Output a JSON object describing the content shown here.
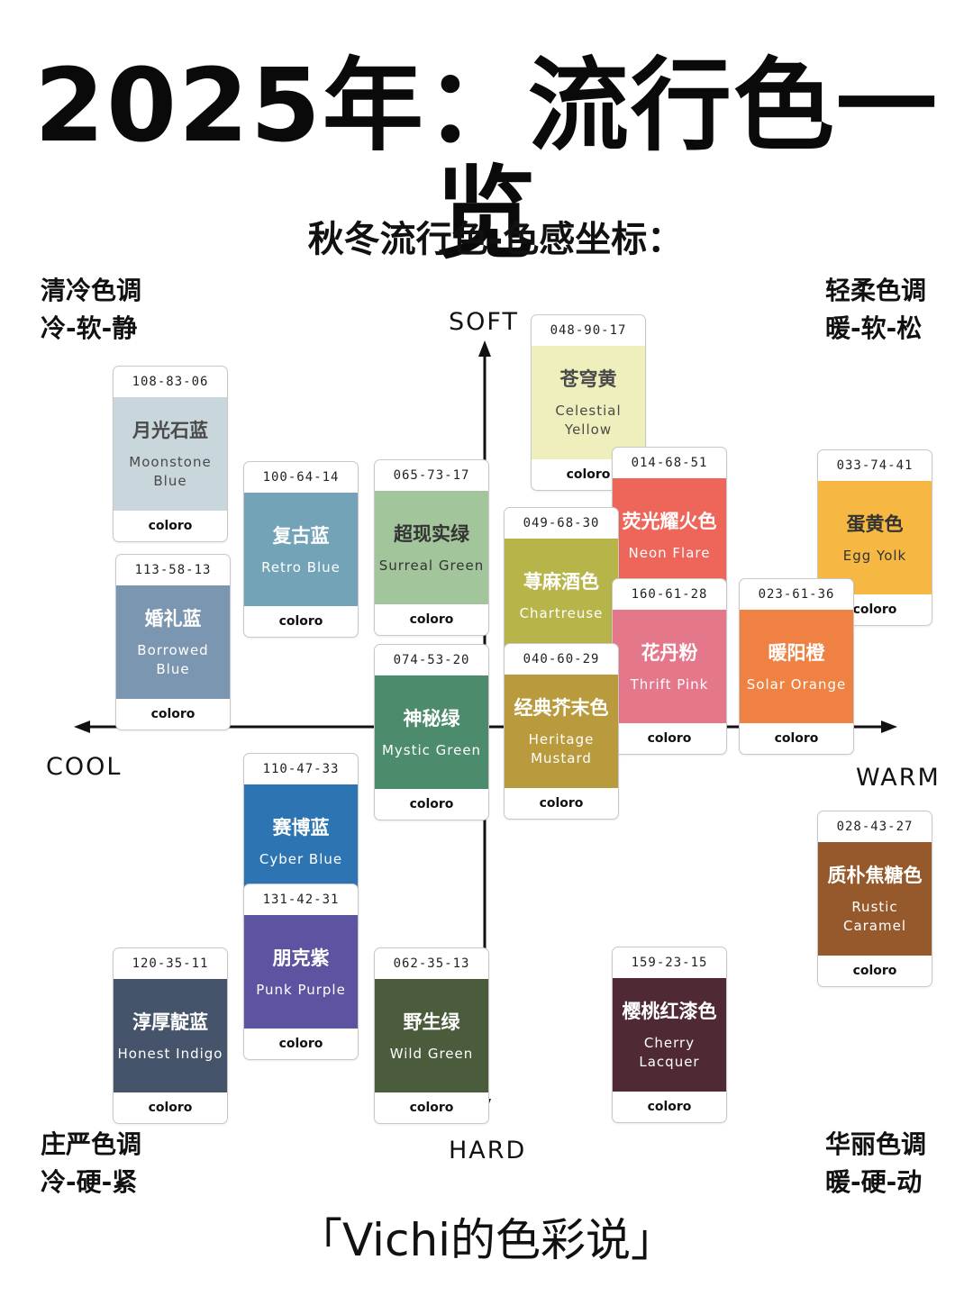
{
  "title": "2025年：流行色一览",
  "subtitle": "秋冬流行色-色感坐标：",
  "quadrants": {
    "top_left": {
      "name": "清冷色调",
      "traits": "冷-软-静"
    },
    "top_right": {
      "name": "轻柔色调",
      "traits": "暖-软-松"
    },
    "bottom_left": {
      "name": "庄严色调",
      "traits": "冷-硬-紧"
    },
    "bottom_right": {
      "name": "华丽色调",
      "traits": "暖-硬-动"
    }
  },
  "axes": {
    "top": "SOFT",
    "bottom": "HARD",
    "left": "COOL",
    "right": "WARM"
  },
  "footer": "「Vichi的色彩说」",
  "card_brand": "coloro",
  "colors": [
    {
      "id": "moonstone-blue",
      "code": "108-83-06",
      "cn": "月光石蓝",
      "en": "Moonstone Blue",
      "hex": "#c9d6dc",
      "text_color": "#4a4a4a"
    },
    {
      "id": "retro-blue",
      "code": "100-64-14",
      "cn": "复古蓝",
      "en": "Retro Blue",
      "hex": "#72a3b6",
      "text_color": "#ffffff"
    },
    {
      "id": "surreal-green",
      "code": "065-73-17",
      "cn": "超现实绿",
      "en": "Surreal Green",
      "hex": "#a3c59b",
      "text_color": "#333333"
    },
    {
      "id": "celestial-yellow",
      "code": "048-90-17",
      "cn": "苍穹黄",
      "en": "Celestial Yellow",
      "hex": "#eeefbd",
      "text_color": "#4a4a4a"
    },
    {
      "id": "neon-flare",
      "code": "014-68-51",
      "cn": "荧光耀火色",
      "en": "Neon Flare",
      "hex": "#ee6559",
      "text_color": "#ffffff"
    },
    {
      "id": "egg-yolk",
      "code": "033-74-41",
      "cn": "蛋黄色",
      "en": "Egg Yolk",
      "hex": "#f7b843",
      "text_color": "#333333"
    },
    {
      "id": "borrowed-blue",
      "code": "113-58-13",
      "cn": "婚礼蓝",
      "en": "Borrowed Blue",
      "hex": "#7b96b0",
      "text_color": "#ffffff"
    },
    {
      "id": "chartreuse",
      "code": "049-68-30",
      "cn": "荨麻酒色",
      "en": "Chartreuse",
      "hex": "#b7b44a",
      "text_color": "#ffffff"
    },
    {
      "id": "thrift-pink",
      "code": "160-61-28",
      "cn": "花丹粉",
      "en": "Thrift Pink",
      "hex": "#e5778b",
      "text_color": "#ffffff"
    },
    {
      "id": "solar-orange",
      "code": "023-61-36",
      "cn": "暖阳橙",
      "en": "Solar Orange",
      "hex": "#ef8243",
      "text_color": "#ffffff"
    },
    {
      "id": "mystic-green",
      "code": "074-53-20",
      "cn": "神秘绿",
      "en": "Mystic Green",
      "hex": "#4c8c6d",
      "text_color": "#ffffff"
    },
    {
      "id": "heritage-mustard",
      "code": "040-60-29",
      "cn": "经典芥末色",
      "en": "Heritage Mustard",
      "hex": "#b99a3c",
      "text_color": "#ffffff"
    },
    {
      "id": "cyber-blue",
      "code": "110-47-33",
      "cn": "赛博蓝",
      "en": "Cyber Blue",
      "hex": "#2d74b3",
      "text_color": "#ffffff"
    },
    {
      "id": "rustic-caramel",
      "code": "028-43-27",
      "cn": "质朴焦糖色",
      "en": "Rustic Caramel",
      "hex": "#96592c",
      "text_color": "#ffffff"
    },
    {
      "id": "punk-purple",
      "code": "131-42-31",
      "cn": "朋克紫",
      "en": "Punk Purple",
      "hex": "#5d54a1",
      "text_color": "#ffffff"
    },
    {
      "id": "honest-indigo",
      "code": "120-35-11",
      "cn": "淳厚靛蓝",
      "en": "Honest Indigo",
      "hex": "#45546a",
      "text_color": "#ffffff"
    },
    {
      "id": "wild-green",
      "code": "062-35-13",
      "cn": "野生绿",
      "en": "Wild Green",
      "hex": "#4b5c3c",
      "text_color": "#ffffff"
    },
    {
      "id": "cherry-lacquer",
      "code": "159-23-15",
      "cn": "樱桃红漆色",
      "en": "Cherry Lacquer",
      "hex": "#4f2a35",
      "text_color": "#ffffff"
    }
  ]
}
